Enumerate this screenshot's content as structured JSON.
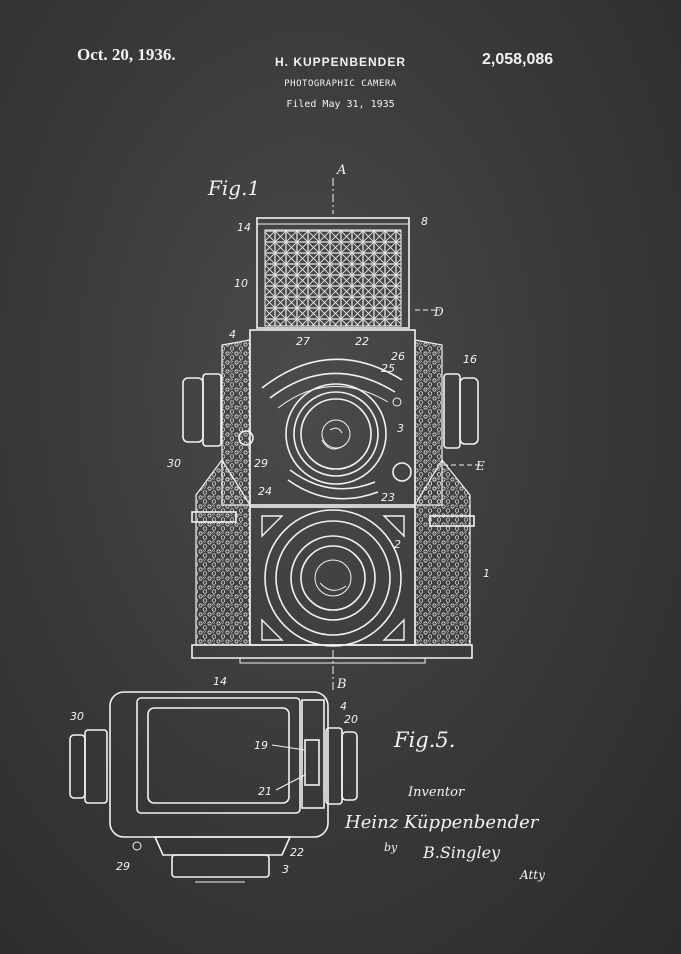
{
  "header": {
    "date": "Oct. 20, 1936.",
    "inventor": "H. KUPPENBENDER",
    "title": "PHOTOGRAPHIC CAMERA",
    "filed": "Filed May 31, 1935",
    "patent_number": "2,058,086"
  },
  "figures": {
    "fig1": "Fig.1",
    "fig5": "Fig.5.",
    "section_a": "A",
    "section_b": "B",
    "section_d": "D",
    "section_e": "E"
  },
  "ref_numbers": {
    "n14a": "14",
    "n8": "8",
    "n10": "10",
    "n4a": "4",
    "n27": "27",
    "n22a": "22",
    "n25": "25",
    "n26": "26",
    "n16": "16",
    "n3a": "3",
    "n30a": "30",
    "n29a": "29",
    "n24": "24",
    "n23": "23",
    "n2": "2",
    "n1": "1",
    "n14b": "14",
    "n30b": "30",
    "n4b": "4",
    "n20": "20",
    "n19": "19",
    "n21": "21",
    "n29b": "29",
    "n22b": "22",
    "n3b": "3"
  },
  "signature": {
    "inventor_label": "Inventor",
    "inventor_name": "Heinz Küppenbender",
    "by": "by",
    "attorney": "B.Singley",
    "atty": "Atty"
  },
  "colors": {
    "background": "#3a3b3c",
    "ink": "#f2f2f2"
  }
}
